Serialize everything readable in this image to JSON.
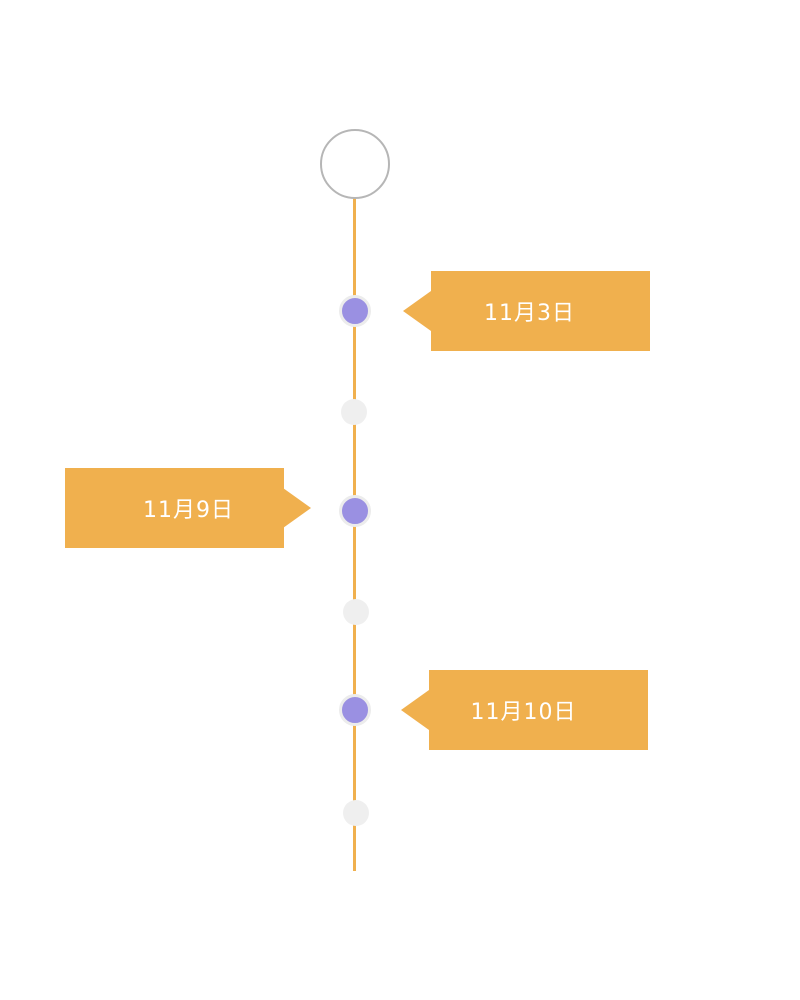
{
  "timeline": {
    "events": [
      {
        "label": "11月3日",
        "side": "right"
      },
      {
        "label": "11月9日",
        "side": "left"
      },
      {
        "label": "11月10日",
        "side": "right"
      }
    ]
  },
  "colors": {
    "line": "#f0b04e",
    "tag": "#f0b04e",
    "event_dot": "#9a90e2",
    "minor_dot": "#efefef",
    "start_ring": "#b6b6b6"
  }
}
